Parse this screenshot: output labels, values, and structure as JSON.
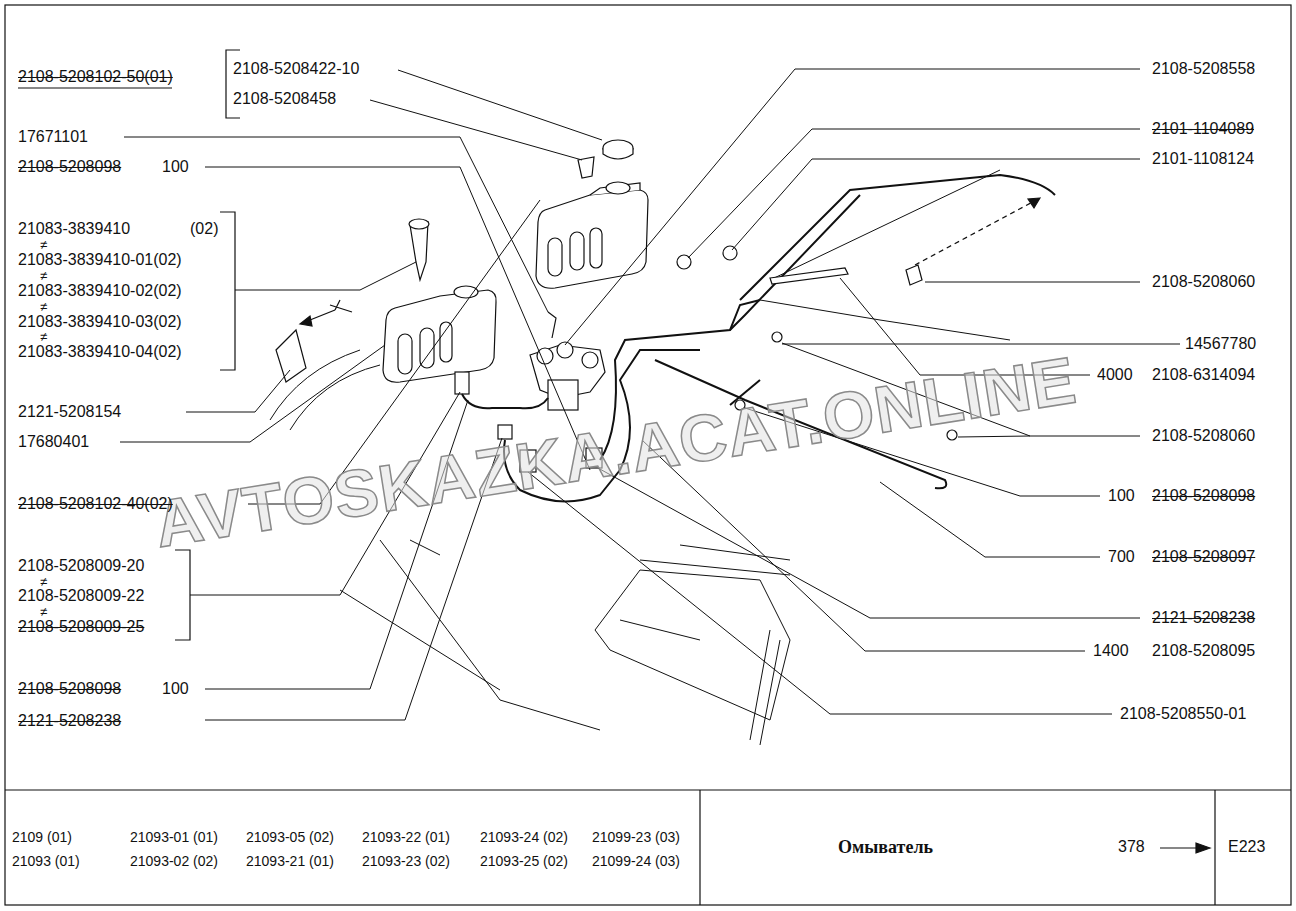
{
  "diagram": {
    "labels": [
      "2108-5208102-50(01)",
      "2108-5208422-10",
      "2108-5208458",
      "17671101",
      "2108-5208098",
      "100",
      "21083-3839410",
      "(02)",
      "≠",
      "21083-3839410-01(02)",
      "≠",
      "21083-3839410-02(02)",
      "≠",
      "21083-3839410-03(02)",
      "≠",
      "21083-3839410-04(02)",
      "2121-5208154",
      "17680401",
      "2108-5208102-40(02)",
      "2108-5208009-20",
      "≠",
      "2108-5208009-22",
      "≠",
      "2108-5208009-25",
      "2108-5208098",
      "100",
      "2121-5208238",
      "2108-5208558",
      "2101-1104089",
      "2101-1108124",
      "2108-5208060",
      "14567780",
      "4000",
      "2108-6314094",
      "2108-5208060",
      "100",
      "2108-5208098",
      "700",
      "2108-5208097",
      "2121-5208238",
      "1400",
      "2108-5208095",
      "2108-5208550-01",
      "2109 (01)",
      "21093 (01)",
      "21093-01 (01)",
      "21093-02 (02)",
      "21093-05 (02)",
      "21093-21 (01)",
      "21093-22 (01)",
      "21093-23 (02)",
      "21093-24 (02)",
      "21093-25 (02)",
      "21099-23 (03)",
      "21099-24 (03)",
      "Омыватель",
      "378",
      "E223",
      "AVTOSKAZKA.ACAT.ONLINE"
    ]
  }
}
